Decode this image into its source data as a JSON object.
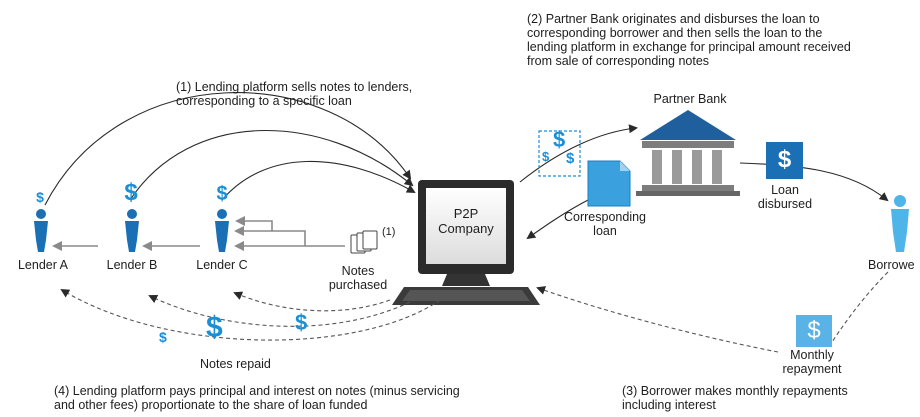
{
  "captions": {
    "step1": "(1) Lending platform sells notes to lenders, corresponding to a specific loan",
    "step2": "(2) Partner Bank originates and disburses the loan to corresponding borrower and then sells the loan to the lending platform in exchange for principal amount received from sale of corresponding notes",
    "step3": "(3) Borrower makes monthly repayments including interest",
    "step4": "(4) Lending platform pays principal and interest on notes (minus servicing and other fees) proportionate to the share of loan funded"
  },
  "caption_lines": {
    "step1": [
      "(1) Lending platform sells notes to lenders,",
      "corresponding to a specific loan"
    ],
    "step2": [
      "(2) Partner Bank originates and disburses the loan to",
      "corresponding borrower and then sells the loan to the",
      "lending platform in exchange for principal amount received",
      "from sale of corresponding notes"
    ],
    "step3": [
      "(3) Borrower makes monthly repayments",
      "including interest"
    ],
    "step4": [
      "(4) Lending platform pays principal and interest on notes (minus servicing",
      "and other fees) proportionate to the share of loan funded"
    ]
  },
  "lenders": [
    {
      "label": "Lender A",
      "symbol": "$"
    },
    {
      "label": "Lender B",
      "symbol": "$"
    },
    {
      "label": "Lender C",
      "symbol": "$"
    }
  ],
  "computer_screen_text": [
    "P2P",
    "Company"
  ],
  "notes": {
    "marker": "(1)",
    "label_lines": [
      "Notes",
      "purchased"
    ]
  },
  "partner_bank": {
    "label": "Partner Bank"
  },
  "corresponding_loan": {
    "label_lines": [
      "Corresponding",
      "loan"
    ]
  },
  "loan_disbursed": {
    "label_lines": [
      "Loan",
      "disbursed"
    ],
    "symbol": "$"
  },
  "borrower": {
    "label": "Borrowe"
  },
  "monthly_repayment": {
    "label_lines": [
      "Monthly",
      "repayment"
    ],
    "symbol": "$"
  },
  "notes_repaid": {
    "label": "Notes repaid",
    "symbols": [
      "$",
      "$",
      "$"
    ]
  },
  "money_bag_symbols": [
    "$",
    "$",
    "$"
  ],
  "colors": {
    "accent_blue": "#1a8fd6",
    "person_blue": "#1a6fb5",
    "bank_blue": "#1f5f9e",
    "arrow": "#333333",
    "gray_arrow": "#888888"
  }
}
